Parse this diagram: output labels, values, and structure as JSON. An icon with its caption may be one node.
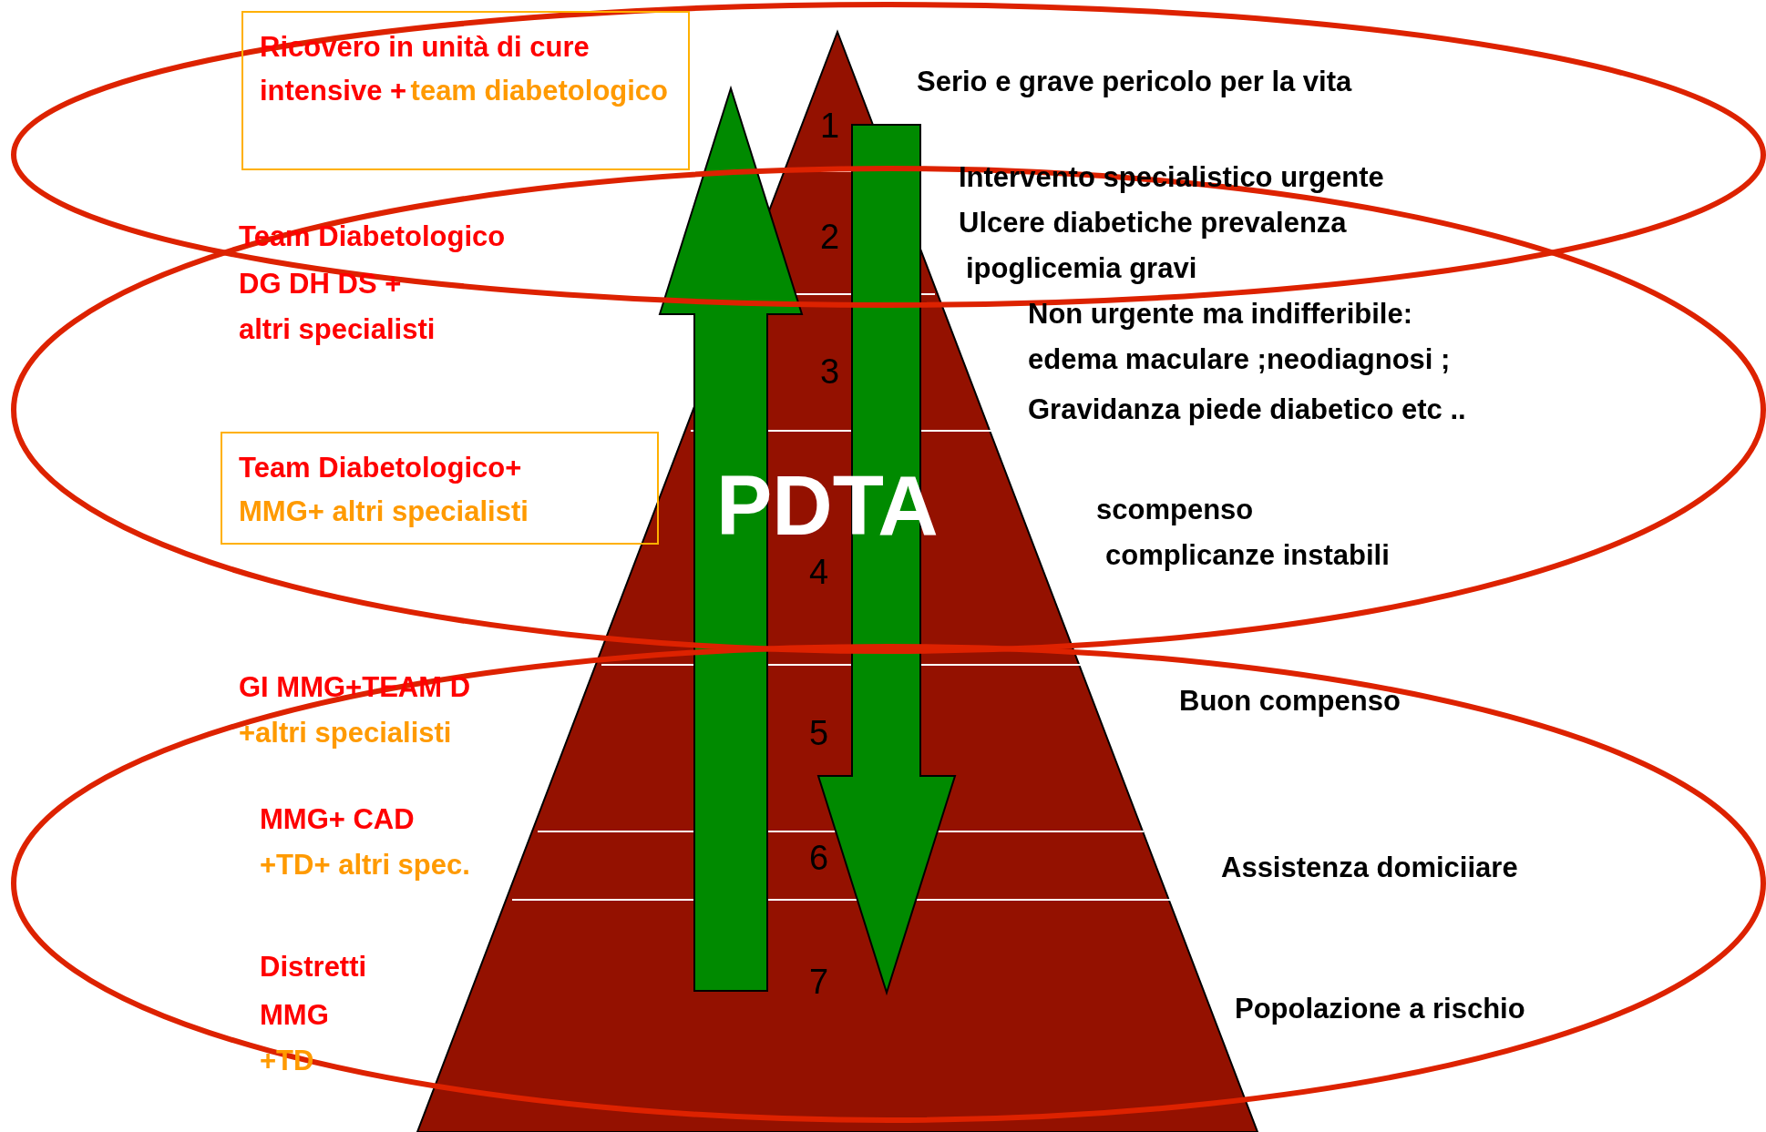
{
  "diagram": {
    "nodes": [
      {
        "text": [
          "Ricovero in unità di cure intensive +",
          "team diabetologico"
        ]
      },
      {
        "text": [
          "Team Diabetologico+",
          "MMG+ altri specialisti"
        ]
      }
    ],
    "labels": [
      "Serio e grave pericolo per la vita",
      "Intervento specialistico urgente",
      "Ulcere diabetiche prevalenza",
      "ipoglicemia gravi",
      "Non urgente ma indifferibile:",
      "edema maculare ;neodiagnosi ;",
      "Gravidanza piede diabetico etc ..",
      "Team Diabetologico",
      "DG DH DS +",
      "altri specialisti",
      "1",
      "2",
      "3",
      "PDTA",
      "4",
      "scompenso",
      "complicanze instabili",
      "GI MMG+TEAM D",
      "+altri specialisti",
      "5",
      "Buon compenso",
      "MMG+ CAD",
      "+TD+ altri spec.",
      "6",
      "Assistenza domiciiare",
      "Distretti",
      "MMG",
      "+TD",
      "7",
      "Popolazione a rischio"
    ]
  }
}
